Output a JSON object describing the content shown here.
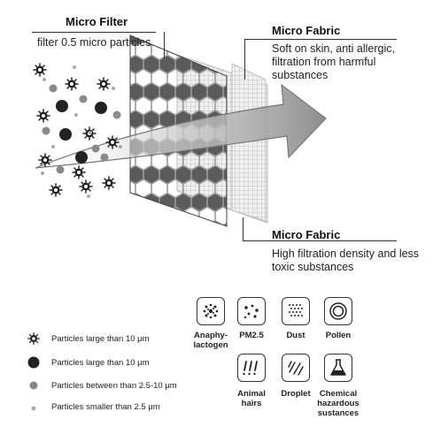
{
  "micro_filter": {
    "title": "Micro Filter",
    "desc": "filter 0.5 micro particles"
  },
  "micro_fabric_top": {
    "title": "Micro Fabric",
    "lines": [
      "Soft on skin, anti allergic,",
      "filtration from harmful",
      "substances"
    ]
  },
  "micro_fabric_bottom": {
    "title": "Micro Fabric",
    "lines": [
      "High filtration density and less",
      "toxic substances"
    ]
  },
  "icons": [
    {
      "icon": "anaphylactogen-icon",
      "label_lines": [
        "Anaphy-",
        "lactogen"
      ]
    },
    {
      "icon": "pm25-icon",
      "label_lines": [
        "PM2.5"
      ]
    },
    {
      "icon": "dust-icon",
      "label_lines": [
        "Dust"
      ]
    },
    {
      "icon": "pollen-icon",
      "label_lines": [
        "Pollen"
      ]
    },
    {
      "icon": "animal-hairs-icon",
      "label_lines": [
        "Animal",
        "hairs"
      ]
    },
    {
      "icon": "droplet-icon",
      "label_lines": [
        "Droplet"
      ]
    },
    {
      "icon": "chemical-icon",
      "label_lines": [
        "Chemical",
        "hazardous",
        "sustances"
      ]
    }
  ],
  "legend": [
    {
      "icon": "virus-icon",
      "text": "Particles large than 10 μm"
    },
    {
      "icon": "black-dot-icon",
      "text": "Particles large than 10 μm"
    },
    {
      "icon": "gray-dot-icon",
      "text": "Particles between than 2.5-10 μm"
    },
    {
      "icon": "small-dot-icon",
      "text": "Particles smaller than 2.5 μm"
    }
  ],
  "colors": {
    "filter_dark": "#555555",
    "fabric_light": "#e6e6e6",
    "arrow_gray": "#9a9a9a",
    "particle_black": "#222222",
    "particle_gray": "#888888"
  }
}
